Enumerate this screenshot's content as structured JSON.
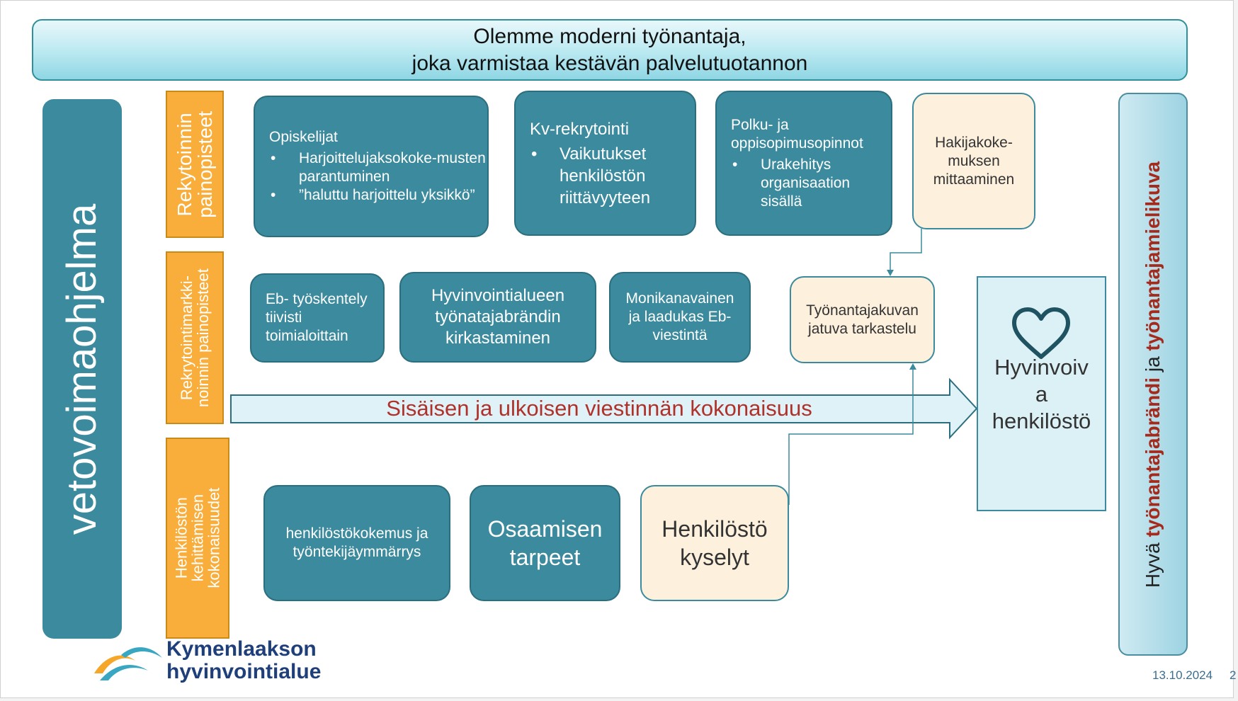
{
  "banner": {
    "line1": "Olemme moderni työnantaja,",
    "line2": "joka varmistaa kestävän palvelutuotannon"
  },
  "left_bar": "vetovoimaohjelma",
  "right_bar": {
    "part1": "Hyvä ",
    "part2": "työnantajabrändi",
    "part3": " ja ",
    "part4": "työnantajamielikuva"
  },
  "sections": {
    "recruitment": "Rekytoinnin painopisteet",
    "marketing_line1": "Rekrytointimarkki-",
    "marketing_line2": "noinnin painopisteet",
    "development_line1": "Henkilöstön",
    "development_line2": "kehittämisen",
    "development_line3": "kokonaisuudet"
  },
  "boxes": {
    "students": {
      "title": "Opiskelijat",
      "bullets": [
        "Harjoittelujaksokoke-musten parantuminen",
        "”haluttu harjoittelu yksikkö”"
      ]
    },
    "kv": {
      "title": "Kv-rekrytointi",
      "bullets": [
        "Vaikutukset henkilöstön riittävyyteen"
      ]
    },
    "path": {
      "title": "Polku- ja oppisopimusopinnot",
      "bullets": [
        "Urakehitys organisaation sisällä"
      ]
    },
    "applicant": "Hakijakoke-muksen mittaaminen",
    "eb_work": "Eb- työskentely tiivisti toimialoittain",
    "brand": "Hyvinvointialueen työnatajabrändin kirkastaminen",
    "multichannel": "Monikanavainen ja laadukas Eb-viestintä",
    "employer_image": "Työnantajakuvan jatuva tarkastelu",
    "experience": "henkilöstökokemus ja työntekijäymmärrys",
    "skills": "Osaamisen tarpeet",
    "surveys": "Henkilöstö kyselyt"
  },
  "arrow_label": "Sisäisen ja ulkoisen viestinnän kokonaisuus",
  "wellbeing": {
    "line1": "Hyvinvoiv",
    "line2": "a",
    "line3": "henkilöstö"
  },
  "logo": {
    "line1": "Kymenlaakson",
    "line2": "hyvinvointialue"
  },
  "footer": {
    "date": "13.10.2024",
    "page": "2"
  },
  "colors": {
    "teal": "#3b8a9d",
    "orange": "#f9ad3a",
    "cream": "#fdf1de",
    "red": "#b0312a"
  },
  "icons": [
    "heart-icon",
    "arrow-right-icon"
  ]
}
